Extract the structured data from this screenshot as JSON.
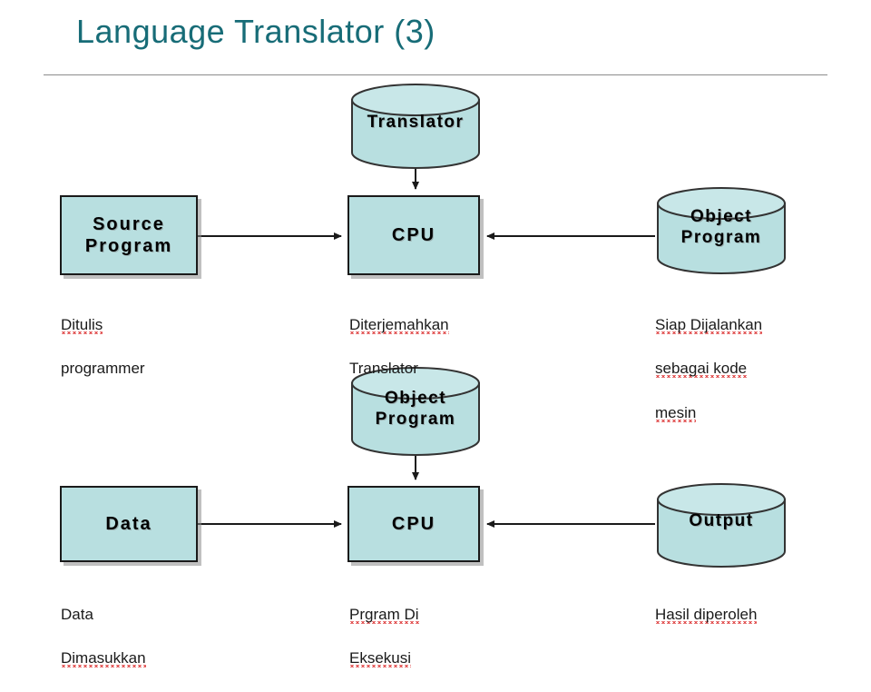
{
  "slide": {
    "title": "Language Translator (3)",
    "title_color": "#176c77",
    "accent_fill": "#b8dfe0",
    "stroke_color": "#1a1a1a",
    "spellcheck_color": "#e04a4a"
  },
  "diagram": {
    "nodes": {
      "translator": {
        "label": "Translator",
        "shape": "cylinder"
      },
      "source": {
        "label": "Source\nProgram",
        "shape": "rectangle"
      },
      "cpu_top": {
        "label": "CPU",
        "shape": "rectangle"
      },
      "object_top": {
        "label": "Object\nProgram",
        "shape": "cylinder"
      },
      "object_mid": {
        "label": "Object\nProgram",
        "shape": "cylinder"
      },
      "data": {
        "label": "Data",
        "shape": "rectangle"
      },
      "cpu_bottom": {
        "label": "CPU",
        "shape": "rectangle"
      },
      "output": {
        "label": "Output",
        "shape": "cylinder"
      }
    },
    "captions": {
      "source": {
        "line1": "Ditulis",
        "line2": "programmer",
        "line3": ""
      },
      "cpu_top": {
        "line1": "Diterjemahkan",
        "line2": "Translator",
        "line3": ""
      },
      "object_top": {
        "line1": "Siap Dijalankan",
        "line2": "sebagai kode",
        "line3": "mesin"
      },
      "data": {
        "line1": "Data",
        "line2": "Dimasukkan",
        "line3": ""
      },
      "cpu_bottom": {
        "line1": "Prgram Di",
        "line2": "Eksekusi",
        "line3": ""
      },
      "output": {
        "line1": "Hasil diperoleh",
        "line2": "",
        "line3": ""
      }
    },
    "edges": [
      {
        "from": "translator",
        "to": "cpu_top",
        "direction": "down"
      },
      {
        "from": "source",
        "to": "cpu_top",
        "direction": "right"
      },
      {
        "from": "object_top",
        "to": "cpu_top",
        "direction": "left"
      },
      {
        "from": "object_mid",
        "to": "cpu_bottom",
        "direction": "down"
      },
      {
        "from": "data",
        "to": "cpu_bottom",
        "direction": "right"
      },
      {
        "from": "output",
        "to": "cpu_bottom",
        "direction": "left"
      }
    ]
  }
}
